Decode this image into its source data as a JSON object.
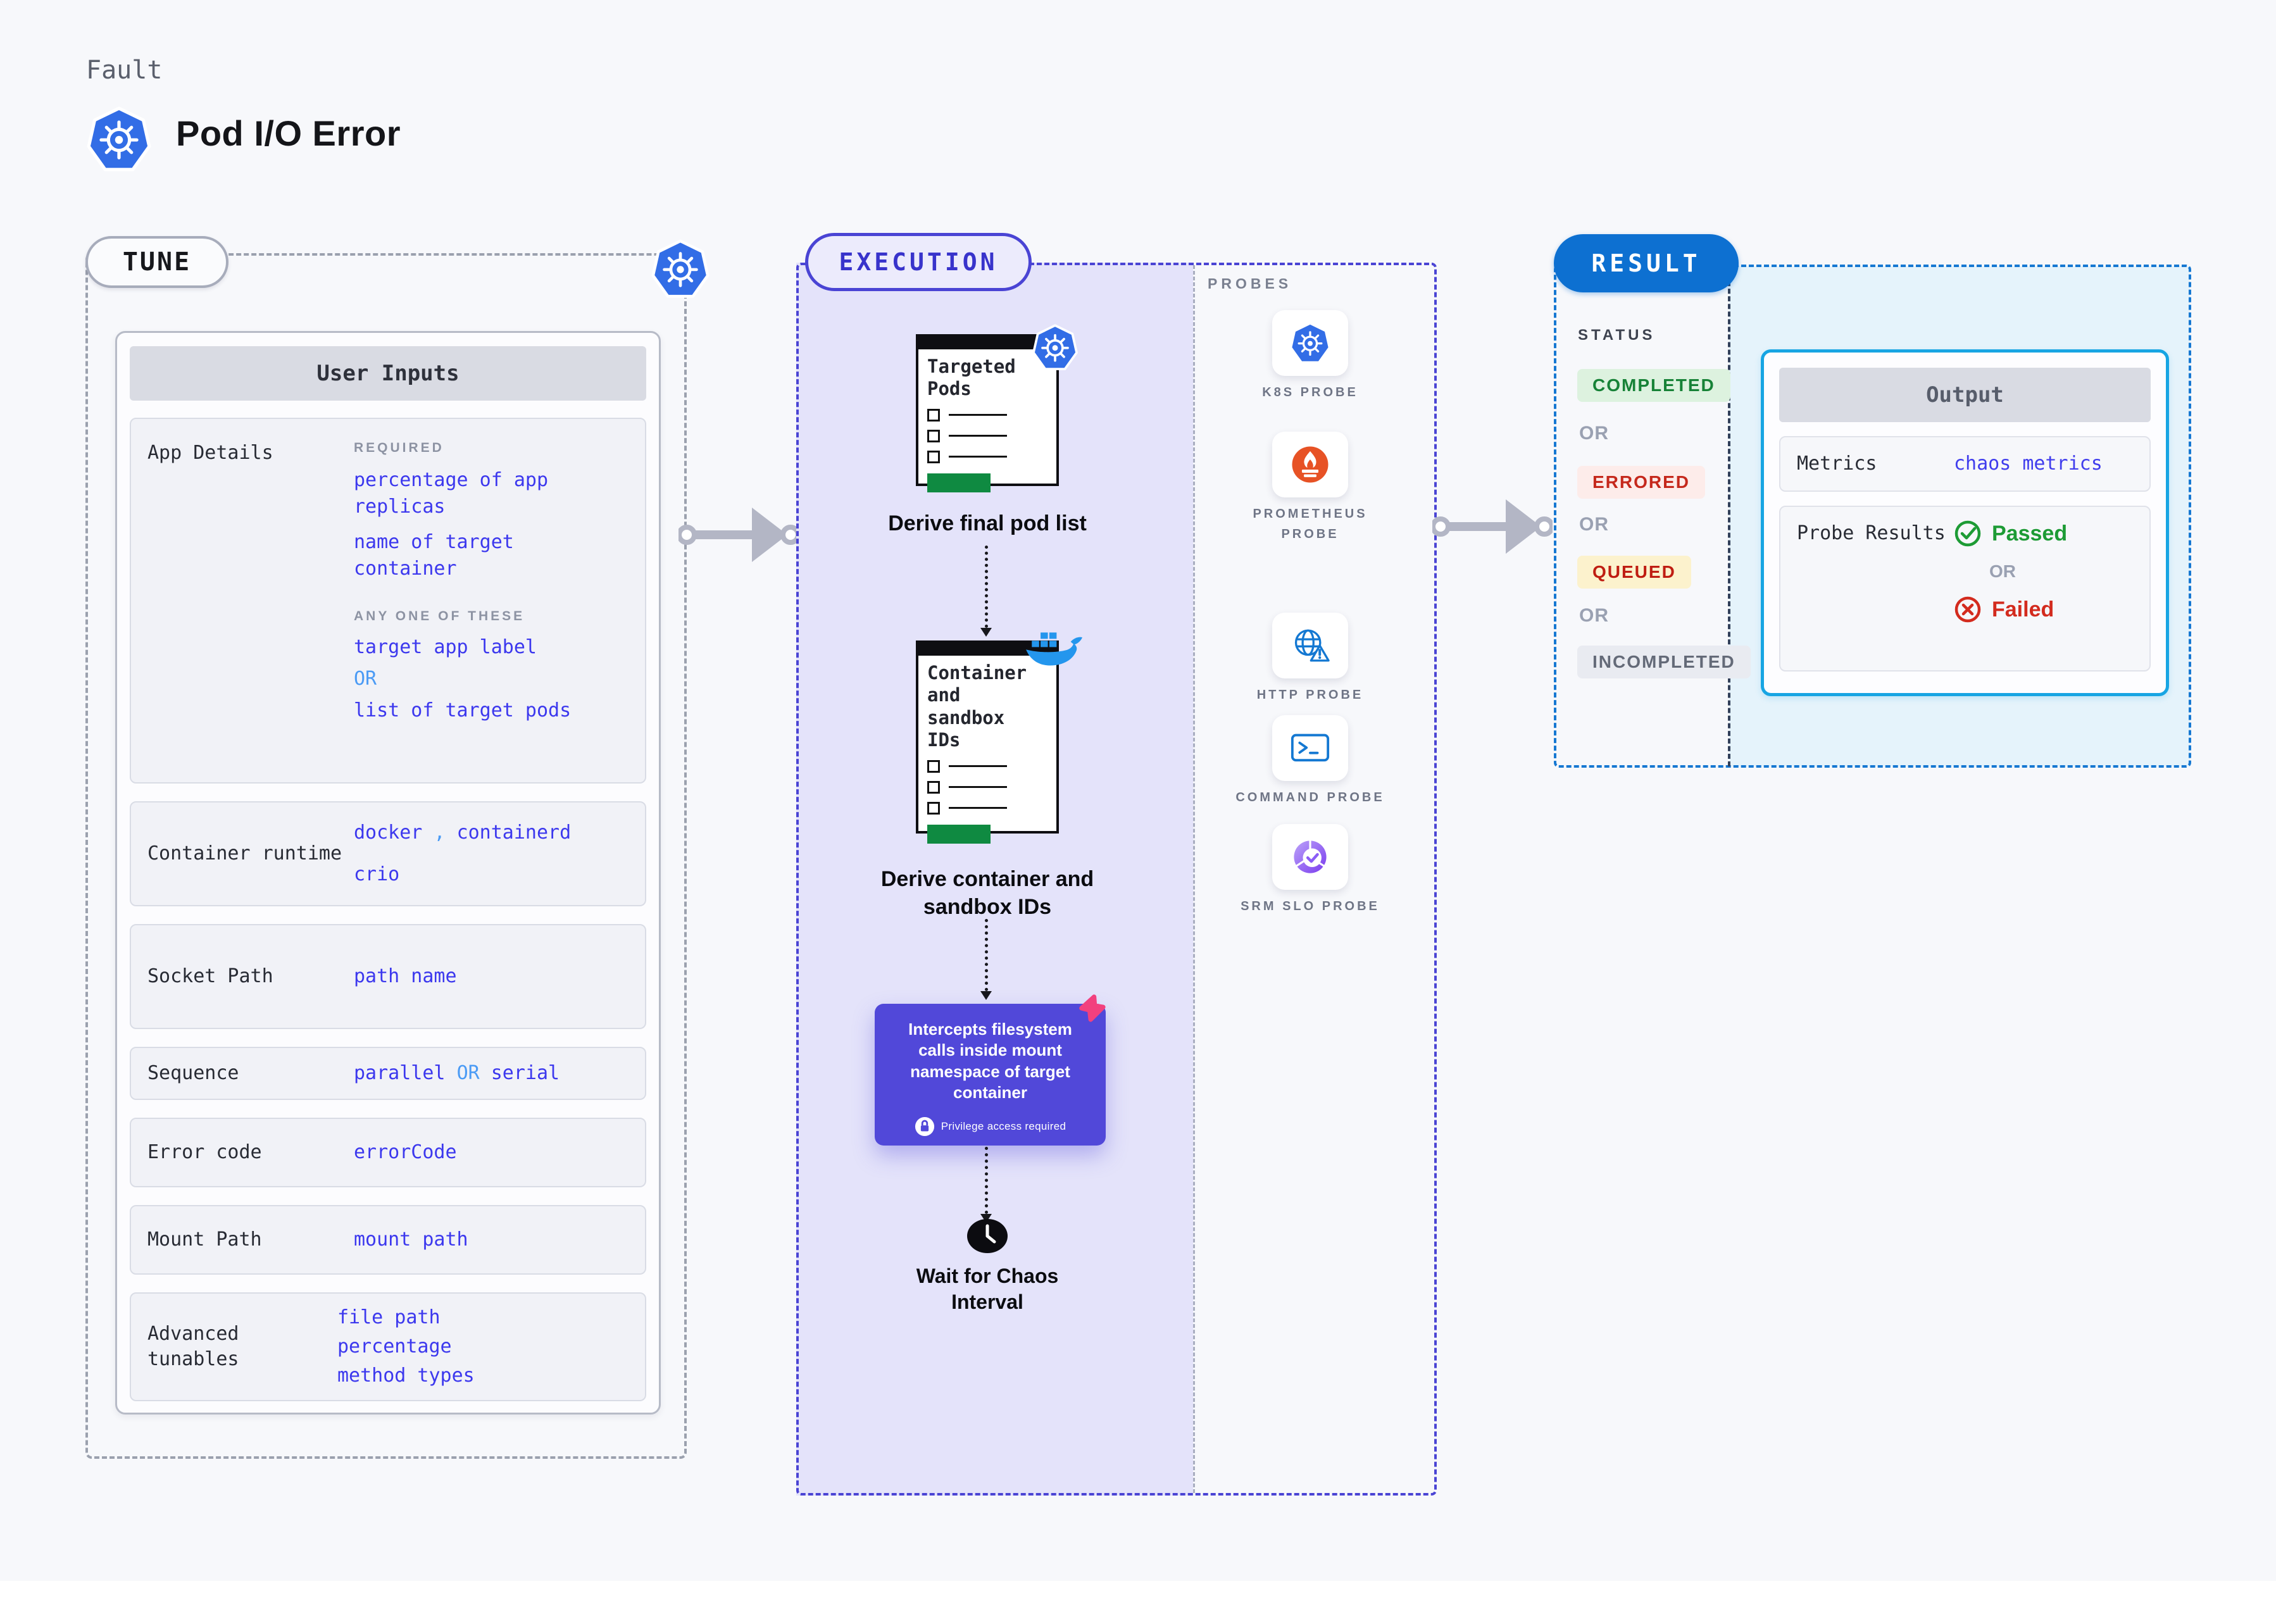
{
  "header": {
    "eyebrow": "Fault",
    "title": "Pod I/O Error"
  },
  "tune": {
    "pill": "TUNE",
    "table_header": "User Inputs",
    "app_details": {
      "label": "App Details",
      "required_heading": "REQUIRED",
      "required_1": "percentage of app replicas",
      "required_2": "name of target container",
      "any_heading": "ANY ONE OF THESE",
      "option_1": "target app label",
      "or": "OR",
      "option_2": "list of target pods"
    },
    "container_runtime": {
      "label": "Container runtime",
      "value_1": "docker",
      "comma": ",",
      "value_2": "containerd",
      "value_3": "crio"
    },
    "socket_path": {
      "label": "Socket Path",
      "value": "path name"
    },
    "sequence": {
      "label": "Sequence",
      "value_1": "parallel",
      "or": "OR",
      "value_2": "serial"
    },
    "error_code": {
      "label": "Error code",
      "value": "errorCode"
    },
    "mount_path": {
      "label": "Mount Path",
      "value": "mount path"
    },
    "advanced_tunables": {
      "label": "Advanced tunables",
      "value_1": "file path",
      "value_2": "percentage",
      "value_3": "method types"
    }
  },
  "execution": {
    "pill": "EXECUTION",
    "probes_heading": "PROBES",
    "node_1": {
      "title": "Targeted Pods",
      "caption": "Derive final pod list"
    },
    "node_2": {
      "title": "Container and sandbox IDs",
      "caption": "Derive container and sandbox IDs"
    },
    "intercept": {
      "text": "Intercepts filesystem calls inside mount namespace of target container",
      "badge": "Privilege access required"
    },
    "wait_caption": "Wait for Chaos Interval",
    "probes": [
      {
        "label": "K8S PROBE",
        "icon": "kubernetes-icon"
      },
      {
        "label": "PROMETHEUS PROBE",
        "icon": "prometheus-icon"
      },
      {
        "label": "HTTP PROBE",
        "icon": "globe-warning-icon"
      },
      {
        "label": "COMMAND PROBE",
        "icon": "terminal-icon"
      },
      {
        "label": "SRM SLO PROBE",
        "icon": "slo-pie-check-icon"
      }
    ]
  },
  "result": {
    "pill": "RESULT",
    "status_heading": "STATUS",
    "status_1": "COMPLETED",
    "or_1": "OR",
    "status_2": "ERRORED",
    "or_2": "OR",
    "status_3": "QUEUED",
    "or_3": "OR",
    "status_4": "INCOMPLETED",
    "output": {
      "header": "Output",
      "metrics_label": "Metrics",
      "metrics_value": "chaos metrics",
      "probe_results_label": "Probe Results",
      "passed": "Passed",
      "or": "OR",
      "failed": "Failed"
    }
  },
  "colors": {
    "page_bg": "#f7f8fb",
    "kubernetes_blue": "#326de6",
    "docker_blue": "#2496ed",
    "prometheus_orange": "#e75225",
    "value_blue": "#3c38ee",
    "value_light_blue": "#4b9bf5",
    "execution_indigo": "#4a44d4",
    "execution_fill": "#e4e3fa",
    "intercept_purple": "#5148d9",
    "chaos_pink": "#f2407e",
    "result_blue": "#0d70d1",
    "output_border_cyan": "#17a5e3",
    "completed_green": "#178237",
    "errored_red": "#c5281c",
    "queued_red": "#bf1d12",
    "incompleted_gray": "#646a78",
    "passed_green": "#1d9b35",
    "failed_red": "#d32b1e",
    "doc_green_bar": "#0f8a41"
  }
}
